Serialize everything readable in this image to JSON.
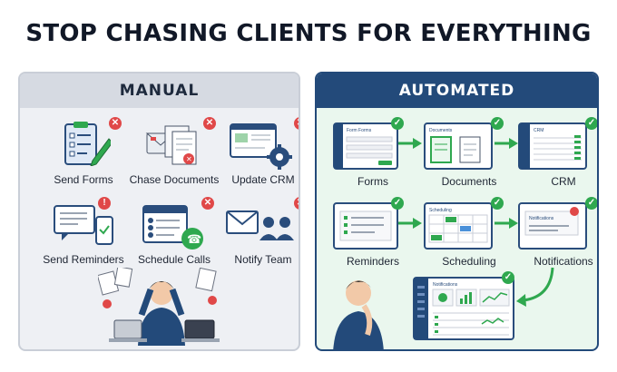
{
  "title": "STOP CHASING CLIENTS FOR EVERYTHING",
  "manual": {
    "heading": "MANUAL",
    "items": [
      {
        "label": "Send Forms"
      },
      {
        "label": "Chase Documents"
      },
      {
        "label": "Update CRM"
      },
      {
        "label": "Send Reminders"
      },
      {
        "label": "Schedule Calls"
      },
      {
        "label": "Notify Team"
      }
    ]
  },
  "automated": {
    "heading": "AUTOMATED",
    "items": [
      {
        "label": "Forms"
      },
      {
        "label": "Documents"
      },
      {
        "label": "CRM"
      },
      {
        "label": "Reminders"
      },
      {
        "label": "Scheduling"
      },
      {
        "label": "Notifications"
      }
    ]
  },
  "mini_screens": {
    "forms_title": "Form Forms",
    "documents_title": "Documents",
    "crm_title": "CRM",
    "scheduling_title": "Scheduling",
    "notifications_title": "Notifications",
    "dashboard_title": "Notifications"
  },
  "colors": {
    "manual_bg": "#eef0f4",
    "auto_bg": "#eaf7ee",
    "auto_header": "#234a7a",
    "error_badge": "#e04848",
    "check_badge": "#2fa84f",
    "arrow": "#2fa84f"
  }
}
